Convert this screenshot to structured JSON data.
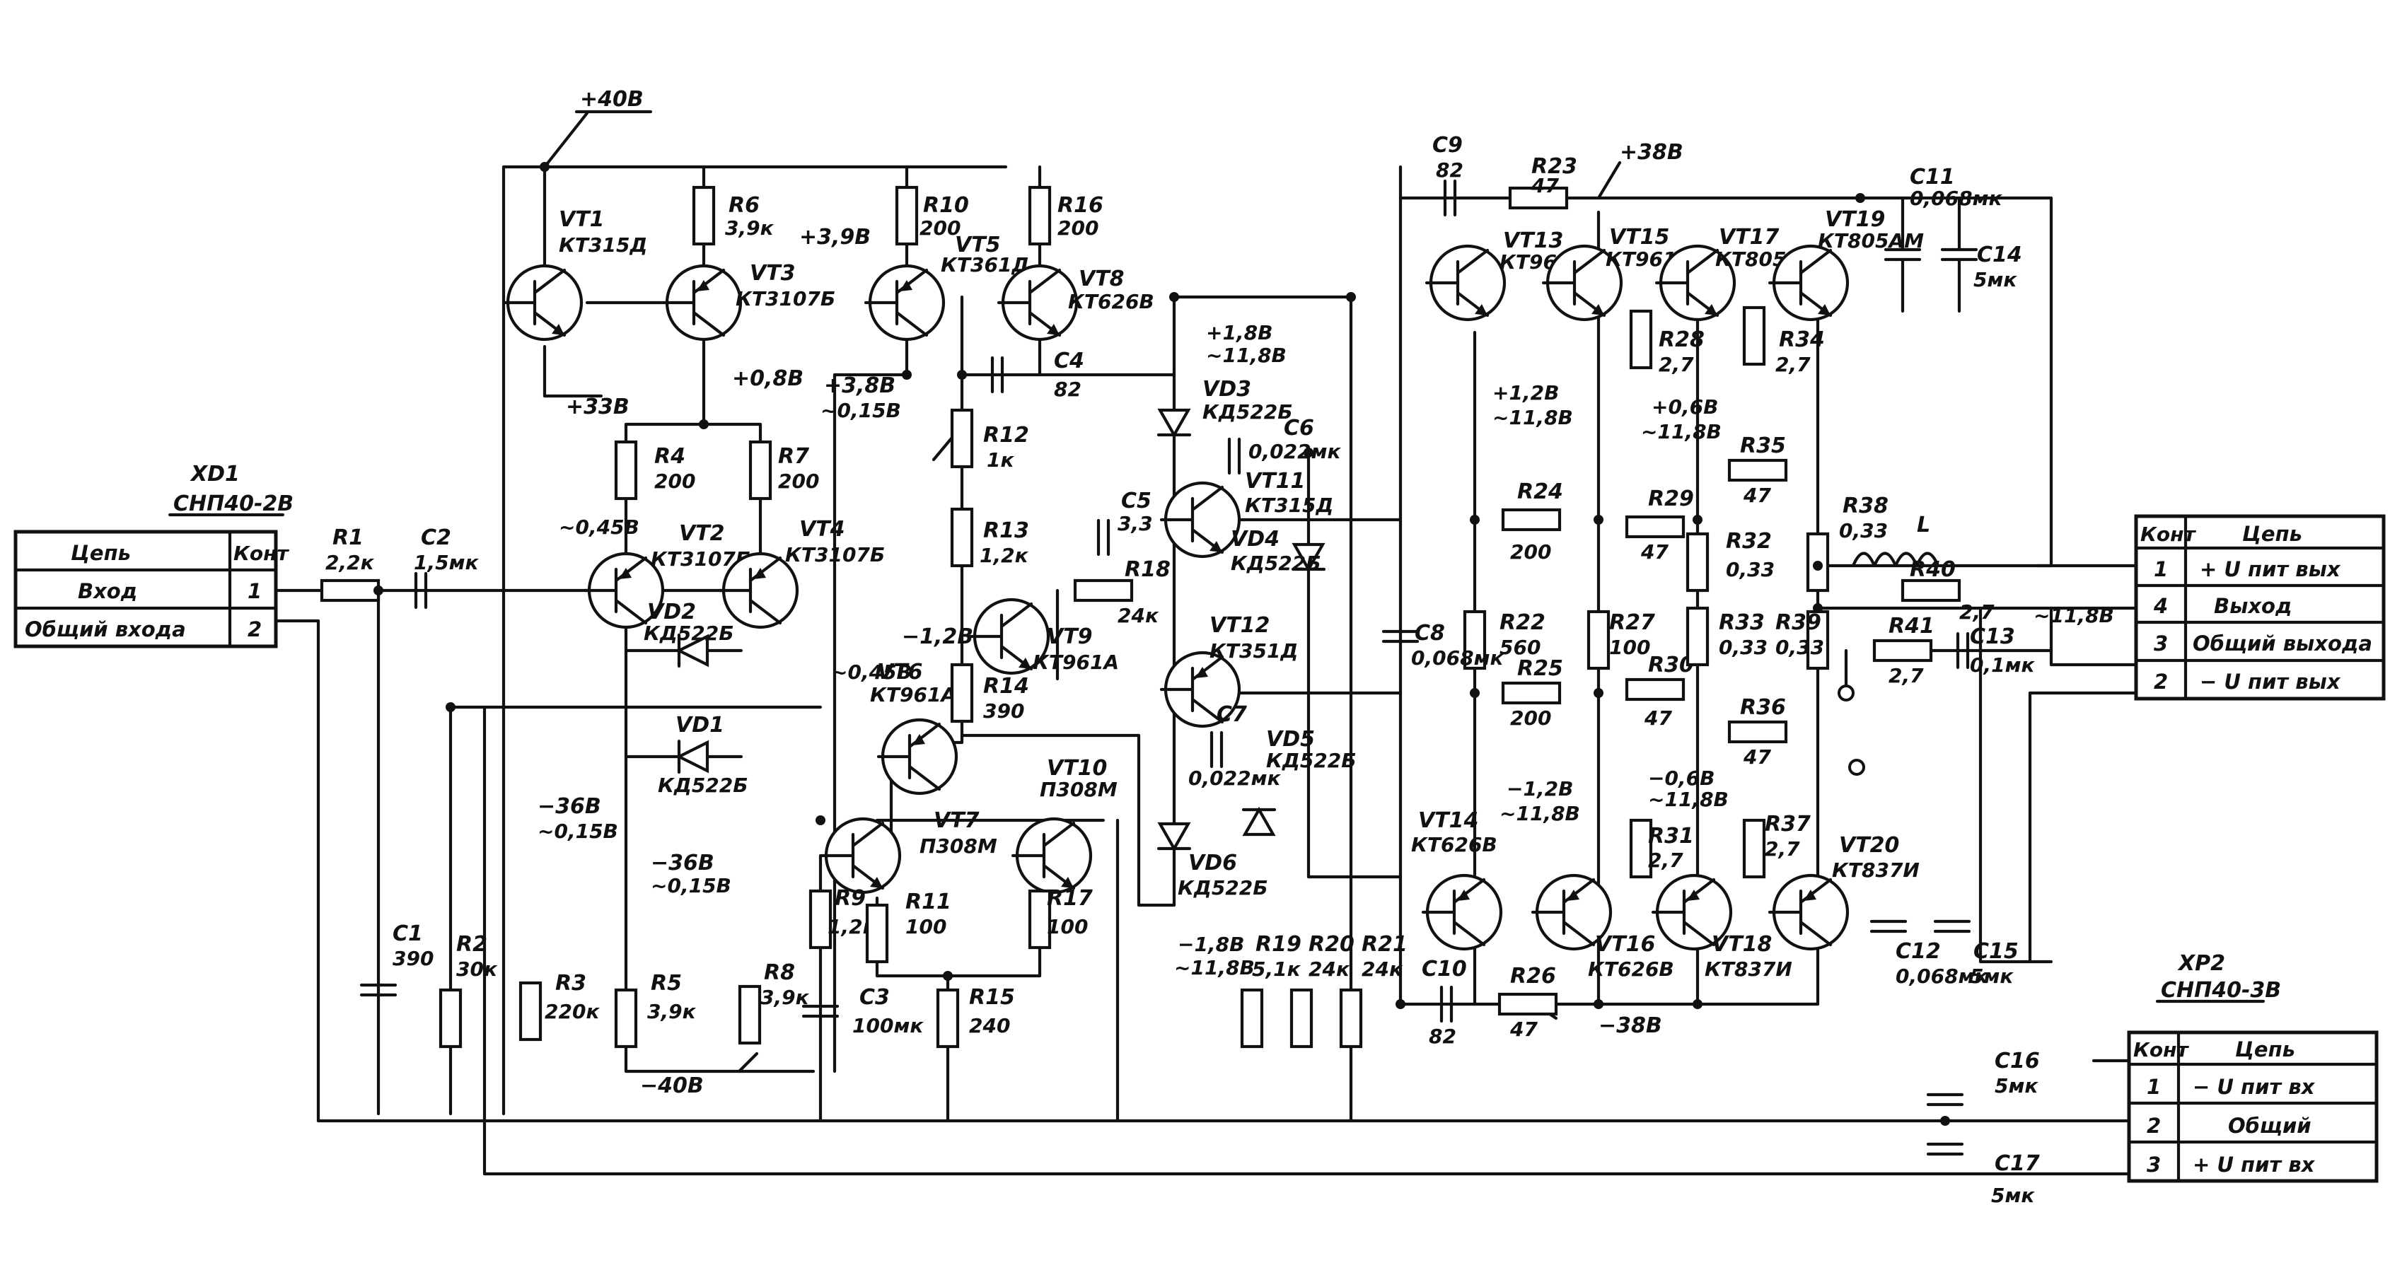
{
  "connectors": {
    "xd1": {
      "ref": "XD1",
      "type": "СНП40-2В",
      "headers": [
        "Цепь",
        "Конт"
      ],
      "rows": [
        {
          "name": "Вход",
          "pin": "1"
        },
        {
          "name": "Общий входа",
          "pin": "2"
        }
      ]
    },
    "out": {
      "headers": [
        "Конт",
        "Цепь"
      ],
      "rows": [
        {
          "pin": "1",
          "name": "+ U пит вых"
        },
        {
          "pin": "4",
          "name": "Выход"
        },
        {
          "pin": "3",
          "name": "Общий выхода"
        },
        {
          "pin": "2",
          "name": "− U пит вых"
        }
      ]
    },
    "xp2": {
      "ref": "XP2",
      "type": "СНП40-3В",
      "headers": [
        "Конт",
        "Цепь"
      ],
      "rows": [
        {
          "pin": "1",
          "name": "− U пит вх"
        },
        {
          "pin": "2",
          "name": "Общий"
        },
        {
          "pin": "3",
          "name": "+ U пит вх"
        }
      ]
    }
  },
  "voltages": {
    "p40": "+40В",
    "m40": "−40В",
    "p33": "+33В",
    "p08": "+0,8В",
    "p39": "+3,9В",
    "p38a": "+3,8В",
    "p38a_ac": "~0,15В",
    "m045": "~0,45В",
    "m12": "−1,2В",
    "m045b": "~0,45В",
    "m36a": "−36В",
    "m36a_ac": "~0,15В",
    "m36b": "−36В",
    "m36b_ac": "~0,15В",
    "vd3_dc": "+1,8В",
    "vd3_ac": "~11,8В",
    "vd1_dc": "−1,8В",
    "vd1_ac": "~11,8В",
    "p38b": "+38В",
    "m38b": "−38В",
    "vt13_dc": "+1,2В",
    "vt13_ac": "~11,8В",
    "vt15_dc": "+0,6В",
    "vt15_ac": "~11,8В",
    "vt14_dc": "−1,2В",
    "vt14_ac": "~11,8В",
    "vt16_dc": "−0,6В",
    "vt16_ac": "~11,8В",
    "out_ac": "~11,8В"
  },
  "components": {
    "R1": {
      "ref": "R1",
      "val": "2,2к"
    },
    "C2": {
      "ref": "C2",
      "val": "1,5мк"
    },
    "C1": {
      "ref": "C1",
      "val": "390"
    },
    "R2": {
      "ref": "R2",
      "val": "30к"
    },
    "R3": {
      "ref": "R3",
      "val": "220к"
    },
    "R4": {
      "ref": "R4",
      "val": "200"
    },
    "R5": {
      "ref": "R5",
      "val": "3,9к"
    },
    "R6": {
      "ref": "R6",
      "val": "3,9к"
    },
    "R7": {
      "ref": "R7",
      "val": "200"
    },
    "R8": {
      "ref": "R8",
      "val": "3,9к"
    },
    "R9": {
      "ref": "R9",
      "val": "1,2к"
    },
    "R10": {
      "ref": "R10",
      "val": "200"
    },
    "R11": {
      "ref": "R11",
      "val": "100"
    },
    "R12": {
      "ref": "R12",
      "val": "1к"
    },
    "R13": {
      "ref": "R13",
      "val": "1,2к"
    },
    "R14": {
      "ref": "R14",
      "val": "390"
    },
    "R15": {
      "ref": "R15",
      "val": "240"
    },
    "R16": {
      "ref": "R16",
      "val": "200"
    },
    "R17": {
      "ref": "R17",
      "val": "100"
    },
    "R18": {
      "ref": "R18",
      "val": "24к"
    },
    "R19": {
      "ref": "R19",
      "val": "5,1к"
    },
    "R20": {
      "ref": "R20",
      "val": "24к"
    },
    "R21": {
      "ref": "R21",
      "val": "24к"
    },
    "R22": {
      "ref": "R22",
      "val": "560"
    },
    "R23": {
      "ref": "R23",
      "val": "47"
    },
    "R24": {
      "ref": "R24",
      "val": "200"
    },
    "R25": {
      "ref": "R25",
      "val": "200"
    },
    "R26": {
      "ref": "R26",
      "val": "47"
    },
    "R27": {
      "ref": "R27",
      "val": "100"
    },
    "R28": {
      "ref": "R28",
      "val": "2,7"
    },
    "R29": {
      "ref": "R29",
      "val": "47"
    },
    "R30": {
      "ref": "R30",
      "val": "47"
    },
    "R31": {
      "ref": "R31",
      "val": "2,7"
    },
    "R32": {
      "ref": "R32",
      "val": "0,33"
    },
    "R33": {
      "ref": "R33",
      "val": "0,33"
    },
    "R34": {
      "ref": "R34",
      "val": "2,7"
    },
    "R35": {
      "ref": "R35",
      "val": "47"
    },
    "R36": {
      "ref": "R36",
      "val": "47"
    },
    "R37": {
      "ref": "R37",
      "val": "2,7"
    },
    "R38": {
      "ref": "R38",
      "val": "0,33"
    },
    "R39": {
      "ref": "R39",
      "val": "0,33"
    },
    "R40": {
      "ref": "R40",
      "val": "2,7"
    },
    "R41": {
      "ref": "R41",
      "val": "2,7"
    },
    "C3": {
      "ref": "C3",
      "val": "100мк"
    },
    "C4": {
      "ref": "C4",
      "val": "82"
    },
    "C5": {
      "ref": "C5",
      "val": "3,3"
    },
    "C6": {
      "ref": "C6",
      "val": "0,022мк"
    },
    "C7": {
      "ref": "C7",
      "val": "0,022мк"
    },
    "C8": {
      "ref": "C8",
      "val": "0,068мк"
    },
    "C9": {
      "ref": "C9",
      "val": "82"
    },
    "C10": {
      "ref": "C10",
      "val": "82"
    },
    "C11": {
      "ref": "C11",
      "val": "0,068мк"
    },
    "C12": {
      "ref": "C12",
      "val": "0,068мк"
    },
    "C13": {
      "ref": "C13",
      "val": "0,1мк"
    },
    "C14": {
      "ref": "C14",
      "val": "5мк"
    },
    "C15": {
      "ref": "C15",
      "val": "5мк"
    },
    "C16": {
      "ref": "C16",
      "val": "5мк"
    },
    "C17": {
      "ref": "C17",
      "val": "5мк"
    },
    "L": {
      "ref": "L"
    },
    "VD1": {
      "ref": "VD1",
      "val": "КД522Б"
    },
    "VD2": {
      "ref": "VD2",
      "val": "КД522Б"
    },
    "VD3": {
      "ref": "VD3",
      "val": "КД522Б"
    },
    "VD4": {
      "ref": "VD4",
      "val": "КД522Б"
    },
    "VD5": {
      "ref": "VD5",
      "val": "КД522Б"
    },
    "VD6": {
      "ref": "VD6",
      "val": "КД522Б"
    },
    "VT1": {
      "ref": "VT1",
      "val": "КТ315Д"
    },
    "VT2": {
      "ref": "VT2",
      "val": "КТ3107Б"
    },
    "VT3": {
      "ref": "VT3",
      "val": "КТ3107Б"
    },
    "VT4": {
      "ref": "VT4",
      "val": "КТ3107Б"
    },
    "VT5": {
      "ref": "VT5",
      "val": "КТ361Д"
    },
    "VT6": {
      "ref": "VT6",
      "val": "КТ961А"
    },
    "VT7": {
      "ref": "VT7",
      "val": "П308М"
    },
    "VT8": {
      "ref": "VT8",
      "val": "КТ626В"
    },
    "VT9": {
      "ref": "VT9",
      "val": "КТ961А"
    },
    "VT10": {
      "ref": "VT10",
      "val": "П308М"
    },
    "VT11": {
      "ref": "VT11",
      "val": "КТ315Д"
    },
    "VT12": {
      "ref": "VT12",
      "val": "КТ351Д"
    },
    "VT13": {
      "ref": "VT13",
      "val": "КТ961А"
    },
    "VT14": {
      "ref": "VT14",
      "val": "КТ626В"
    },
    "VT15": {
      "ref": "VT15",
      "val": "КТ961А"
    },
    "VT16": {
      "ref": "VT16",
      "val": "КТ626В"
    },
    "VT17": {
      "ref": "VT17",
      "val": "КТ805АМ"
    },
    "VT18": {
      "ref": "VT18",
      "val": "КТ837И"
    },
    "VT19": {
      "ref": "VT19",
      "val": "КТ805АМ"
    },
    "VT20": {
      "ref": "VT20",
      "val": "КТ837И"
    }
  }
}
